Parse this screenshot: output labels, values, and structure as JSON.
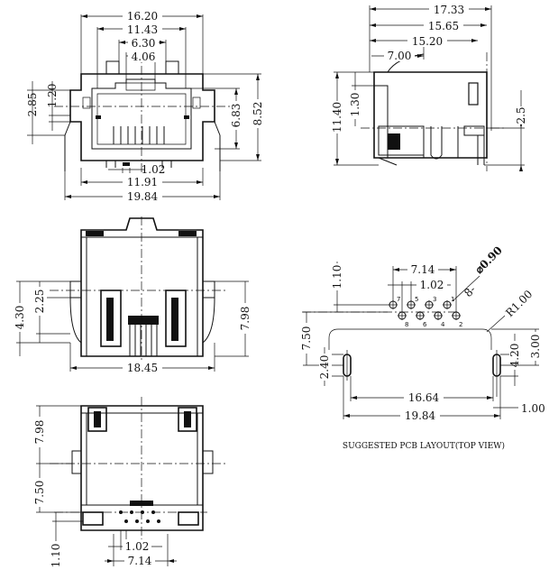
{
  "front_view": {
    "width_top": "16.20",
    "width_mid": "11.43",
    "width_inner": "6.30",
    "width_key": "4.06",
    "height_tab": "2.85",
    "height_tab2": "1.20",
    "height_opening": "6.83",
    "height_total": "8.52",
    "pin_pitch": "1.02",
    "pin_span": "11.91",
    "width_overall": "19.84"
  },
  "side_view": {
    "length_overall": "17.33",
    "length_mid": "15.65",
    "length_body": "15.20",
    "length_pin": "7.00",
    "height_overall": "11.40",
    "height_offset": "1.30",
    "pin_length": "2.5"
  },
  "top_view": {
    "height_tab": "2.25",
    "height_body": "4.30",
    "height_right": "7.98",
    "width": "18.45"
  },
  "bottom_view": {
    "height_upper": "7.98",
    "height_lower": "7.50",
    "height_pin": "1.10",
    "pin_pitch": "1.02",
    "pin_span": "7.14"
  },
  "pcb_layout": {
    "pin_span": "7.14",
    "pin_pitch": "1.02",
    "row_offset": "1.10",
    "hole_count": "8-",
    "hole_diameter": "⌀0.90",
    "corner_radius": "R1.00",
    "row_to_peg": "7.50",
    "peg_length": "2.40",
    "peg_height": "4.20",
    "peg_offset": "3.00",
    "peg_span": "16.64",
    "overall_width": "19.84",
    "peg_diameter": "1.00",
    "pin_numbers": [
      "1",
      "2",
      "3",
      "4",
      "5",
      "6",
      "7",
      "8"
    ],
    "caption": "SUGGESTED PCB LAYOUT(TOP VIEW)"
  }
}
